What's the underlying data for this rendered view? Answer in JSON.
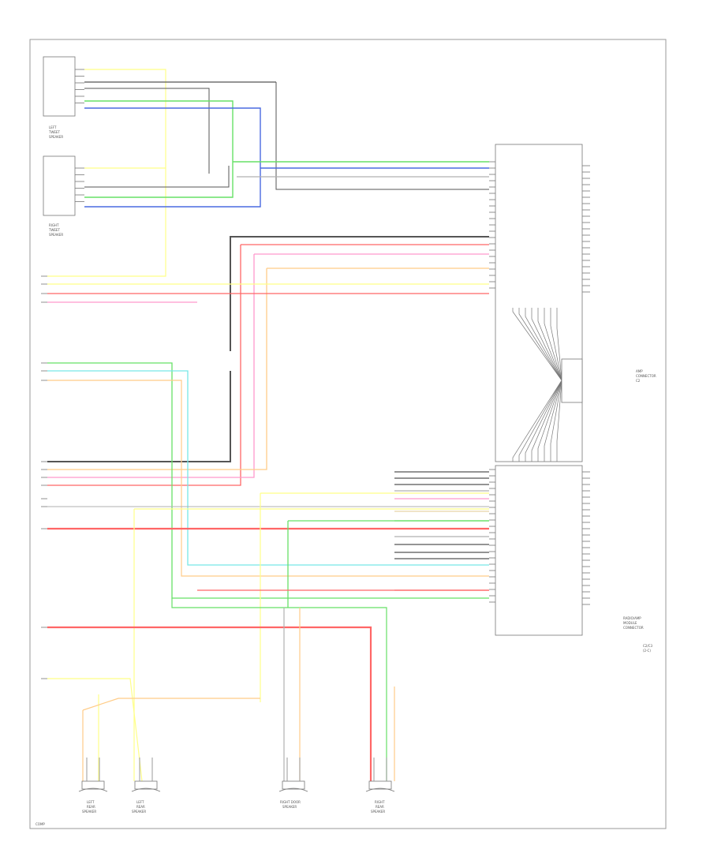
{
  "colors": {
    "yellow": "#ffff88",
    "black": "#555555",
    "green": "#66e066",
    "blue": "#4a6ae0",
    "gray": "#b0b0b0",
    "red": "#ff6666",
    "pink": "#ff99cc",
    "orange": "#ffcc88",
    "cyan": "#77e8e8",
    "tan": "#e8d4a8"
  },
  "components": {
    "left_tweeter": [
      "LEFT",
      "TWEET",
      "SPEAKER"
    ],
    "right_tweeter": [
      "RIGHT",
      "TWEET",
      "SPEAKER"
    ],
    "module": [
      "AMP",
      "CONNECTOR",
      "C2"
    ],
    "module_bottom": [
      "RADIO/AMP",
      "MODULE",
      "CONNECTOR"
    ],
    "connector_note": [
      "C2/C3",
      "(2-C)"
    ],
    "subwoofer": [
      "LEFT",
      "REAR",
      "SPEAKER"
    ],
    "left_rear": [
      "LEFT",
      "REAR",
      "SPEAKER"
    ],
    "right_door": [
      "RIGHT DOOR",
      "SPEAKER"
    ],
    "right_rear": [
      "RIGHT",
      "REAR",
      "SPEAKER"
    ]
  },
  "footer": "COMP"
}
